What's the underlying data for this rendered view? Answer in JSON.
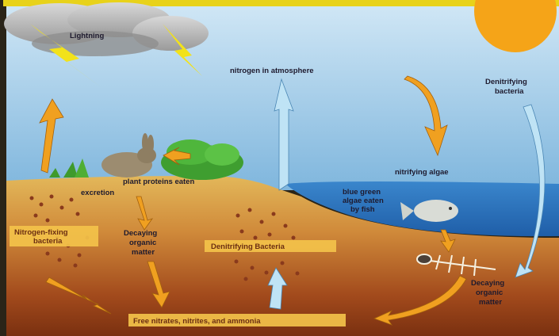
{
  "labels": {
    "lightning": "Lightning",
    "nitrogen_atmosphere": "nitrogen in atmosphere",
    "denitrifying_bacteria_top_1": "Denitrifying",
    "denitrifying_bacteria_top_2": "bacteria",
    "nitrifying_algae": "nitrifying algae",
    "blue_green_1": "blue green",
    "blue_green_2": "algae eaten",
    "blue_green_3": "by fish",
    "plant_proteins": "plant proteins eaten",
    "excretion": "excretion",
    "decaying_left_1": "Decaying",
    "decaying_left_2": "organic",
    "decaying_left_3": "matter",
    "nitrogen_fixing_1": "Nitrogen-fixing",
    "nitrogen_fixing_2": "bacteria",
    "denitrifying_bacteria_soil": "Denitrifying Bacteria",
    "decaying_right_1": "Decaying",
    "decaying_right_2": "organic",
    "decaying_right_3": "matter",
    "free_nitrates": "Free nitrates, nitrites, and ammonia"
  },
  "colors": {
    "border": "#e8d21a",
    "sky_top": "#cfe6f5",
    "sky_bottom": "#7fb6dd",
    "sun": "#f5a418",
    "soil_top": "#e0b052",
    "soil_bottom": "#8c3d14",
    "water": "#2f78c4",
    "arrow_orange": "#f0a020",
    "arrow_blue": "#bfe3f5",
    "label_box": "#f3c24a"
  }
}
